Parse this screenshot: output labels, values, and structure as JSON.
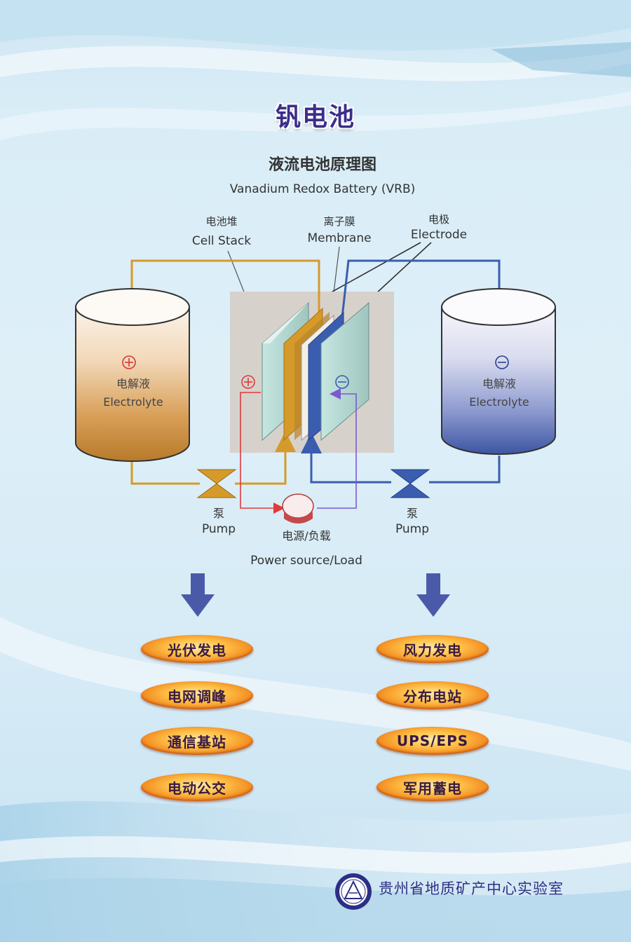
{
  "title": "钒电池",
  "diagram": {
    "title_cn": "液流电池原理图",
    "title_en": "Vanadium Redox Battery (VRB)",
    "cell_stack_cn": "电池堆",
    "cell_stack_en": "Cell Stack",
    "membrane_cn": "离子膜",
    "membrane_en": "Membrane",
    "electrode_cn": "电极",
    "electrode_en": "Electrode",
    "left_tank_cn": "电解液",
    "left_tank_en": "Electrolyte",
    "right_tank_cn": "电解液",
    "right_tank_en": "Electrolyte",
    "pump_left_cn": "泵",
    "pump_left_en": "Pump",
    "pump_right_cn": "泵",
    "pump_right_en": "Pump",
    "load_cn": "电源/负载",
    "load_en": "Power source/Load",
    "colors": {
      "positive": "#d59a2a",
      "negative": "#3a5db0",
      "wire_red": "#e03a3a",
      "wire_purple": "#7a5ad0"
    }
  },
  "applications": {
    "left": [
      "光伏发电",
      "电网调峰",
      "通信基站",
      "电动公交"
    ],
    "right": [
      "风力发电",
      "分布电站",
      "UPS/EPS",
      "军用蓄电"
    ]
  },
  "footer": {
    "org": "贵州省地质矿产中心实验室"
  }
}
